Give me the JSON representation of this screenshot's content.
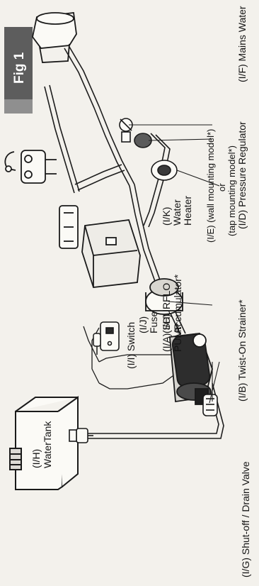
{
  "figure": {
    "badge": "Fig 1"
  },
  "labels": {
    "mains_water": "(I/F) Mains Water",
    "pressure_regulator_line1": "(I/D) Pressure Regulator",
    "pressure_regulator_line2": "(tap mounting model*)",
    "pressure_regulator_or": "or",
    "pressure_regulator_line3": "(I/E) (wall mounting model*)",
    "water_heater_line1": "(I/K)",
    "water_heater_line2": "Water",
    "water_heater_line3": "Heater",
    "accumulator_line1": "(I/C)",
    "accumulator_line2": "Accumulator*",
    "switch": "(I/I) Switch",
    "fuse_line1": "(I/J)",
    "fuse_line2": "Fuse",
    "pump_line1": "(I/A) SHURFLO",
    "pump_line2": "PUMP",
    "strainer": "(I/B) Twist-On Strainer*",
    "tank_line1": "(I/H)",
    "tank_line2": "WaterTank",
    "drain_valve": "(I/G) Shut-off / Drain Valve"
  }
}
